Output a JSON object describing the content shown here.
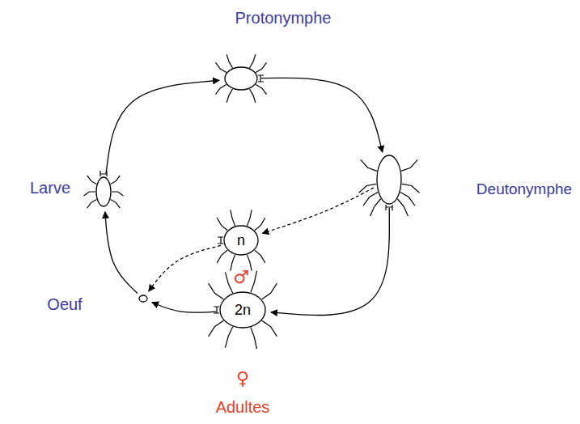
{
  "diagram": {
    "nodes": [
      {
        "text": [
          "Protonymphe"
        ]
      },
      {
        "text": [
          "Larve"
        ]
      },
      {
        "text": [
          "Deutonymphe"
        ]
      },
      {
        "text": [
          "n",
          "♂"
        ]
      },
      {
        "text": [
          "Oeuf"
        ]
      },
      {
        "text": [
          "2n",
          "♀"
        ]
      }
    ],
    "edges": [
      {
        "from": 1,
        "to": 0,
        "arrow": "to"
      },
      {
        "from": 0,
        "to": 2,
        "arrow": "to"
      },
      {
        "from": 2,
        "to": 3,
        "arrow": "to"
      },
      {
        "from": 2,
        "to": 5,
        "arrow": "to"
      },
      {
        "from": 3,
        "to": 4,
        "arrow": "to"
      },
      {
        "from": 5,
        "to": 4,
        "arrow": "to"
      },
      {
        "from": 4,
        "to": 1,
        "arrow": "to"
      }
    ],
    "labels": [
      "Adultes"
    ]
  }
}
